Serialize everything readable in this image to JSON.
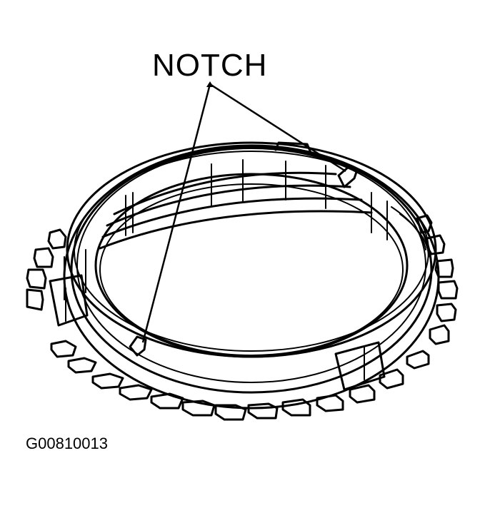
{
  "diagram": {
    "subject": "synchronizer ring (blocker ring) with two notches",
    "callouts": [
      {
        "label": "NOTCH",
        "targets": [
          "notch on top rim (right)",
          "notch on front rim (left)"
        ]
      }
    ],
    "figure_id": "G00810013",
    "colors": {
      "line": "#000000",
      "background": "#ffffff"
    }
  }
}
